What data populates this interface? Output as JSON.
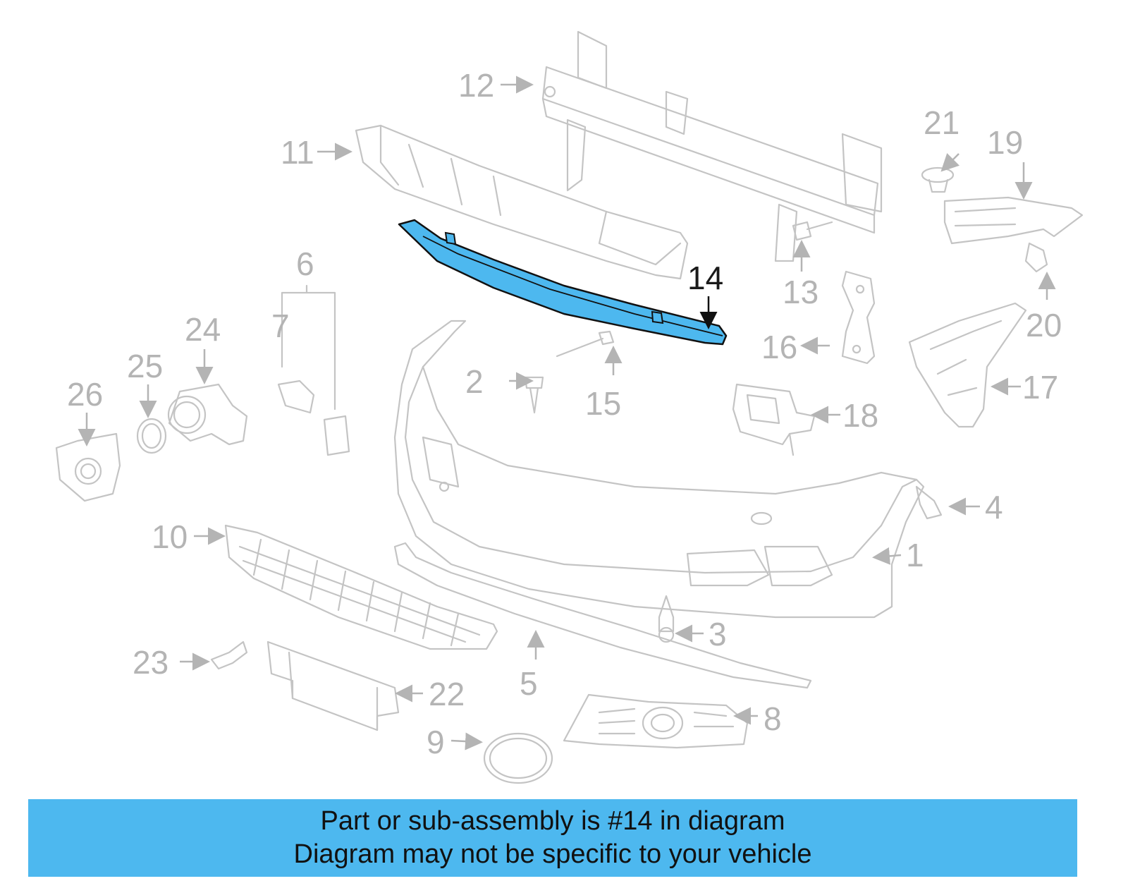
{
  "caption": {
    "line1": "Part or sub-assembly is #14 in diagram",
    "line2": "Diagram may not be specific to your vehicle",
    "background": "#4db8ef"
  },
  "highlight": {
    "part_number": "14",
    "color": "#4db8ef"
  },
  "callouts": [
    "1",
    "2",
    "3",
    "4",
    "5",
    "6",
    "7",
    "8",
    "9",
    "10",
    "11",
    "12",
    "13",
    "14",
    "15",
    "16",
    "17",
    "18",
    "19",
    "20",
    "21",
    "22",
    "23",
    "24",
    "25",
    "26"
  ]
}
